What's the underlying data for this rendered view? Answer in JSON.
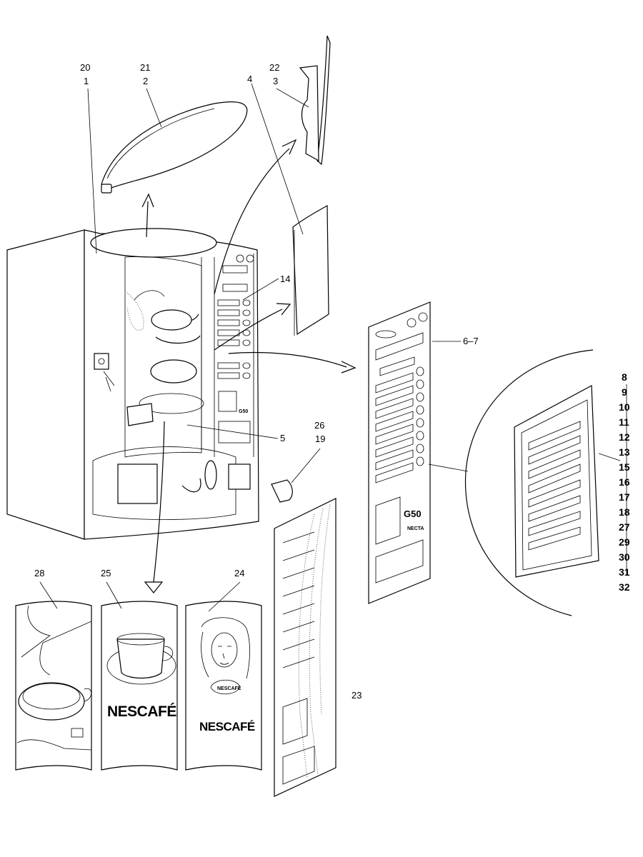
{
  "callouts": {
    "c20_1": [
      "20",
      "1"
    ],
    "c21_2": [
      "21",
      "2"
    ],
    "c22_3": [
      "22",
      "3"
    ],
    "c4": "4",
    "c14": "14",
    "c6_7": "6–7",
    "c5": "5",
    "c26_19": [
      "26",
      "19"
    ],
    "c28": "28",
    "c25": "25",
    "c24": "24",
    "c23": "23",
    "stack": [
      "8",
      "9",
      "10",
      "11",
      "12",
      "13",
      "15",
      "16",
      "17",
      "18",
      "27",
      "29",
      "30",
      "31",
      "32"
    ]
  },
  "panel_texts": {
    "brand_a": "NESCAFÉ",
    "brand_b": "NESCAFÉ",
    "brand_b_cup": "NESCAFÉ",
    "machine_model": "G50",
    "model_main": "G50",
    "maker_main": "NECTA"
  }
}
